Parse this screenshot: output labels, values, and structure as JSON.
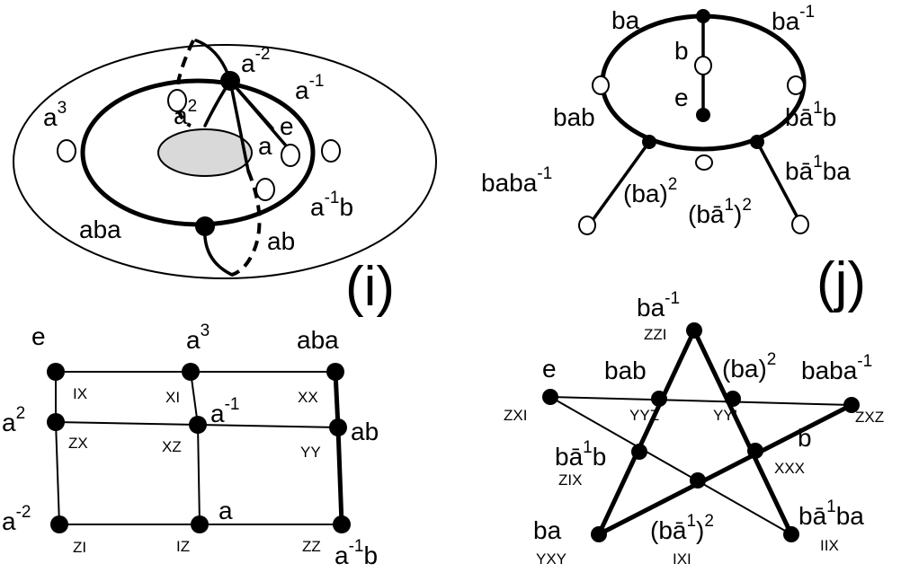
{
  "panel_i": {
    "tag": "(i)",
    "labels": {
      "a3": {
        "base": "a",
        "sup": "3"
      },
      "a2": {
        "base": "a",
        "sup": "2"
      },
      "am2": {
        "base": "a",
        "sup": "-2"
      },
      "am1": {
        "base": "a",
        "sup": "-1"
      },
      "e": {
        "base": "e"
      },
      "a": {
        "base": "a"
      },
      "am1b": {
        "base": "a",
        "sup": "-1",
        "tail": "b"
      },
      "aba": {
        "base": "aba"
      },
      "ab": {
        "base": "ab"
      }
    }
  },
  "panel_j": {
    "tag": "(j)",
    "labels": {
      "ba": {
        "base": "ba"
      },
      "bam1": {
        "base": "ba",
        "sup": "-1"
      },
      "b": {
        "base": "b"
      },
      "e": {
        "base": "e"
      },
      "bab": {
        "base": "bab"
      },
      "babm1b": {
        "base": "bā",
        "sup": "1",
        "tail": "b"
      },
      "babam1": {
        "base": "baba",
        "sup": "-1"
      },
      "ba2": {
        "base": "(ba)",
        "sup": "2"
      },
      "bab1sq": {
        "base": "(bā",
        "sup": "1",
        "tail": ")",
        "sup2": "2"
      },
      "bab1ba": {
        "base": "bā",
        "sup": "1",
        "tail": "ba"
      }
    }
  },
  "grid_panel": {
    "nodes": [
      {
        "name": "e",
        "label": {
          "base": "e"
        },
        "code": "IX"
      },
      {
        "name": "a3",
        "label": {
          "base": "a",
          "sup": "3"
        },
        "code": "XI"
      },
      {
        "name": "aba",
        "label": {
          "base": "aba"
        },
        "code": "XX"
      },
      {
        "name": "a2",
        "label": {
          "base": "a",
          "sup": "2"
        },
        "code": "ZX"
      },
      {
        "name": "am1",
        "label": {
          "base": "a",
          "sup": "-1"
        },
        "code": "XZ"
      },
      {
        "name": "ab",
        "label": {
          "base": "ab"
        },
        "code": "YY"
      },
      {
        "name": "am2",
        "label": {
          "base": "a",
          "sup": "-2"
        },
        "code": "ZI"
      },
      {
        "name": "a",
        "label": {
          "base": "a"
        },
        "code": "IZ"
      },
      {
        "name": "am1b",
        "label": {
          "base": "a",
          "sup": "-1",
          "tail": "b"
        },
        "code": "ZZ"
      }
    ]
  },
  "star_panel": {
    "nodes": [
      {
        "name": "bam1-top",
        "label": {
          "base": "ba",
          "sup": "-1"
        },
        "code": "ZZI"
      },
      {
        "name": "e",
        "label": {
          "base": "e"
        },
        "code": "ZXI"
      },
      {
        "name": "bab",
        "label": {
          "base": "bab"
        },
        "code": "YYZ"
      },
      {
        "name": "ba2",
        "label": {
          "base": "(ba)",
          "sup": "2"
        },
        "code": "YYI"
      },
      {
        "name": "babam1",
        "label": {
          "base": "baba",
          "sup": "-1"
        },
        "code": "ZXZ"
      },
      {
        "name": "babm1b",
        "label": {
          "base": "bā",
          "sup": "1",
          "tail": "b"
        },
        "code": "ZIX"
      },
      {
        "name": "b",
        "label": {
          "base": "b"
        },
        "code": "XXX"
      },
      {
        "name": "bab1sq",
        "label": {
          "base": "(bā",
          "sup": "1",
          "tail": ")",
          "sup2": "2"
        },
        "code": "IXI"
      },
      {
        "name": "ba",
        "label": {
          "base": "ba"
        },
        "code": "YXY"
      },
      {
        "name": "bab1ba",
        "label": {
          "base": "bā",
          "sup": "1",
          "tail": "ba"
        },
        "code": "IIX"
      }
    ]
  }
}
